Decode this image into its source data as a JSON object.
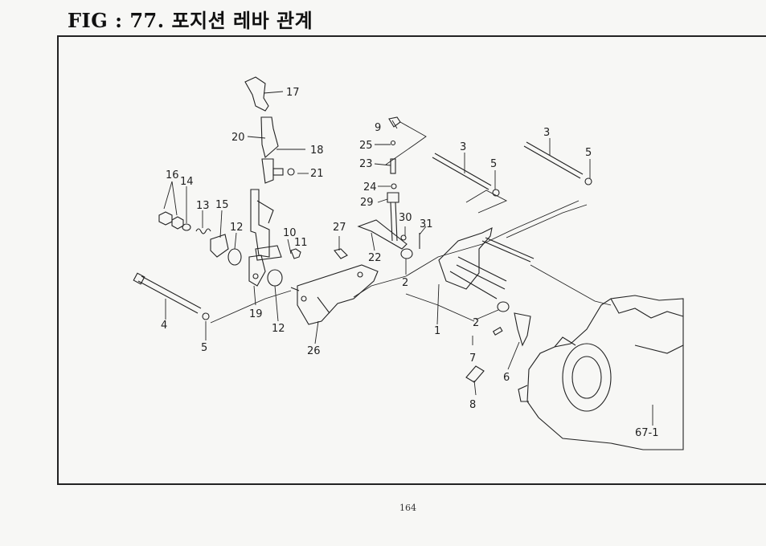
{
  "title": "FIG : 77. 포지션 레바 관계",
  "page_number": "164",
  "callouts": [
    {
      "id": "c17",
      "label": "17"
    },
    {
      "id": "c20",
      "label": "20"
    },
    {
      "id": "c18",
      "label": "18"
    },
    {
      "id": "c21",
      "label": "21"
    },
    {
      "id": "c16",
      "label": "16"
    },
    {
      "id": "c14",
      "label": "14"
    },
    {
      "id": "c13",
      "label": "13"
    },
    {
      "id": "c15",
      "label": "15"
    },
    {
      "id": "c12a",
      "label": "12"
    },
    {
      "id": "c10",
      "label": "10"
    },
    {
      "id": "c11",
      "label": "11"
    },
    {
      "id": "c19",
      "label": "19"
    },
    {
      "id": "c12b",
      "label": "12"
    },
    {
      "id": "c4",
      "label": "4"
    },
    {
      "id": "c5a",
      "label": "5"
    },
    {
      "id": "c26",
      "label": "26"
    },
    {
      "id": "c9",
      "label": "9"
    },
    {
      "id": "c25",
      "label": "25"
    },
    {
      "id": "c23",
      "label": "23"
    },
    {
      "id": "c24",
      "label": "24"
    },
    {
      "id": "c29",
      "label": "29"
    },
    {
      "id": "c27",
      "label": "27"
    },
    {
      "id": "c22",
      "label": "22"
    },
    {
      "id": "c30",
      "label": "30"
    },
    {
      "id": "c31",
      "label": "31"
    },
    {
      "id": "c2a",
      "label": "2"
    },
    {
      "id": "c3a",
      "label": "3"
    },
    {
      "id": "c5b",
      "label": "5"
    },
    {
      "id": "c3b",
      "label": "3"
    },
    {
      "id": "c5c",
      "label": "5"
    },
    {
      "id": "c1",
      "label": "1"
    },
    {
      "id": "c2b",
      "label": "2"
    },
    {
      "id": "c7",
      "label": "7"
    },
    {
      "id": "c6",
      "label": "6"
    },
    {
      "id": "c8",
      "label": "8"
    },
    {
      "id": "c67",
      "label": "67-1"
    }
  ]
}
